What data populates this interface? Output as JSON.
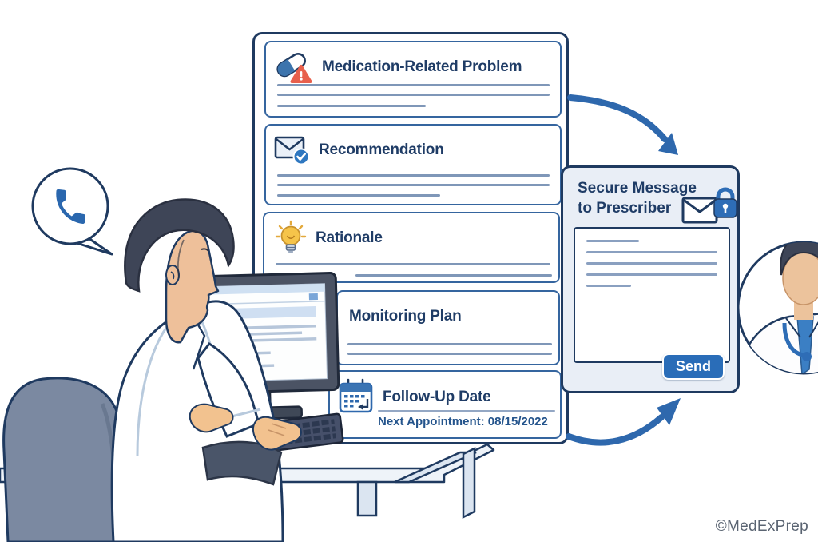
{
  "form": {
    "sections": [
      {
        "label": "Medication-Related Problem",
        "icon": "pill-warning-icon"
      },
      {
        "label": "Recommendation",
        "icon": "envelope-check-icon"
      },
      {
        "label": "Rationale",
        "icon": "lightbulb-icon"
      },
      {
        "label": "Monitoring Plan",
        "icon": ""
      },
      {
        "label": "Follow-Up Date",
        "icon": "calendar-icon",
        "note": "Next Appointment: 08/15/2022"
      }
    ]
  },
  "secure_message": {
    "title_line1": "Secure Message",
    "title_line2": "to Prescriber",
    "icon": "envelope-lock-icon",
    "send_label": "Send"
  },
  "watermark": "©MedExPrep",
  "icons": {
    "speech_bubble": "phone-icon",
    "secure_header": "envelope-lock-icon",
    "section_1": "pill-warning-icon",
    "section_2": "envelope-check-icon",
    "section_3": "lightbulb-icon",
    "section_5": "calendar-icon"
  },
  "colors": {
    "accent": "#2e68ad",
    "navy": "#1f3a60",
    "panel_bg": "#e9eef6",
    "warning": "#e8604c",
    "bulb": "#f3bb41",
    "send_bg": "#2a6db8",
    "line": "#7f97b8",
    "watermark": "#5a6472",
    "heading": "#1f3c66"
  }
}
